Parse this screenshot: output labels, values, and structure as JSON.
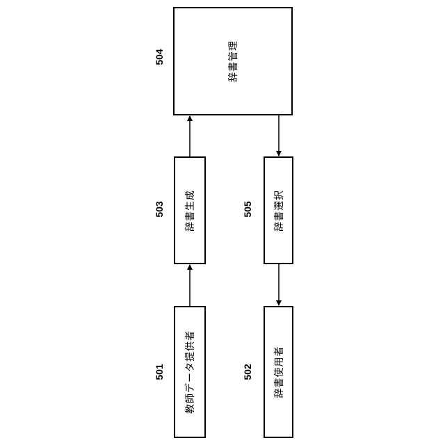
{
  "blocks": {
    "dictionary_management": {
      "ref": "504",
      "label": "辞書管理"
    },
    "dictionary_generation": {
      "ref": "503",
      "label": "辞書生成"
    },
    "dictionary_selection": {
      "ref": "505",
      "label": "辞書選択"
    },
    "teacher_data_provider": {
      "ref": "501",
      "label": "教師データ提供者"
    },
    "dictionary_user": {
      "ref": "502",
      "label": "辞書使用者"
    }
  }
}
